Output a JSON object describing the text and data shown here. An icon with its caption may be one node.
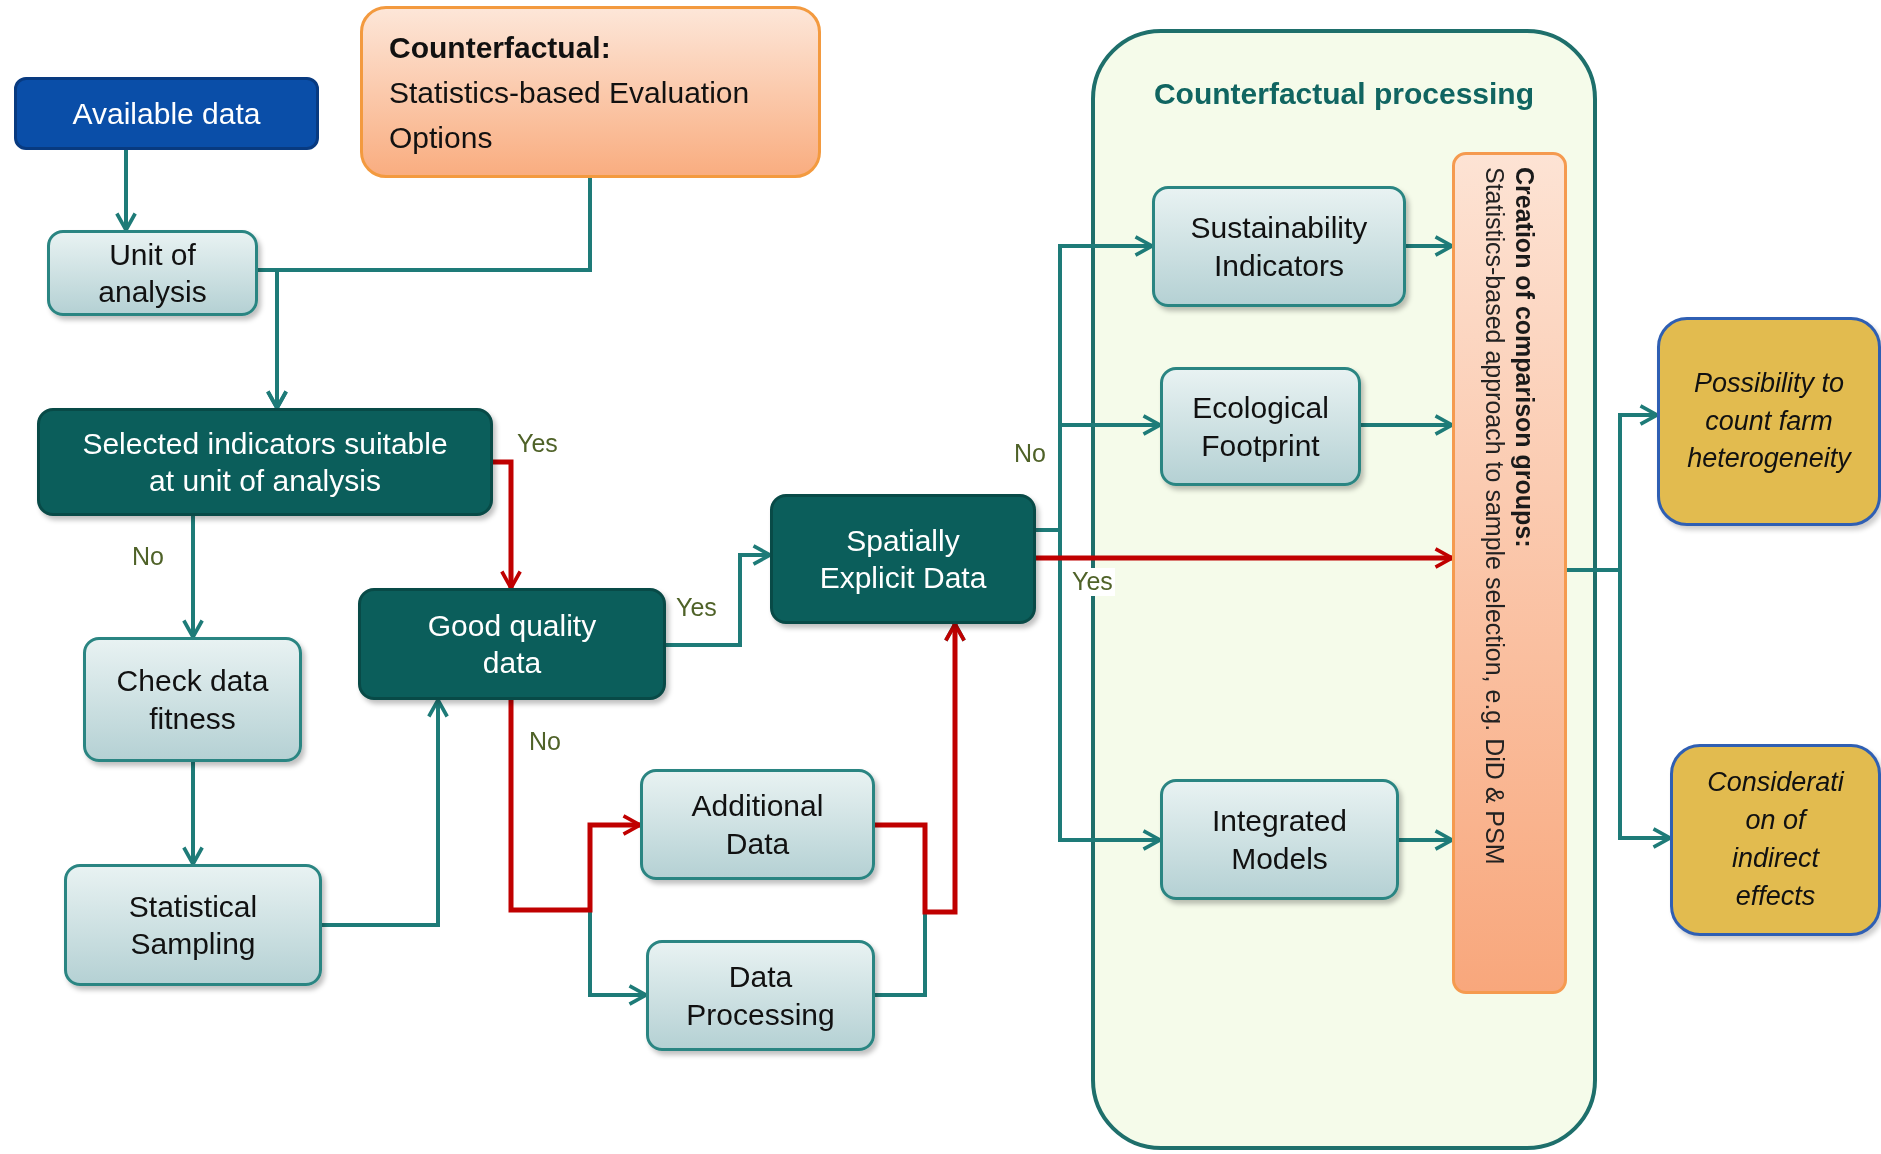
{
  "diagram": {
    "nodes": [
      {
        "text": [
          "Available data"
        ]
      },
      {
        "text": [
          "Counterfactual:",
          "Statistics-based Evaluation Options"
        ]
      },
      {
        "text": [
          "Unit of analysis"
        ]
      },
      {
        "text": [
          "Selected indicators suitable at unit of analysis"
        ]
      },
      {
        "text": [
          "Check data fitness"
        ]
      },
      {
        "text": [
          "Statistical Sampling"
        ]
      },
      {
        "text": [
          "Good quality data"
        ]
      },
      {
        "text": [
          "Spatially Explicit Data"
        ]
      },
      {
        "text": [
          "Additional Data"
        ]
      },
      {
        "text": [
          "Data Processing"
        ]
      },
      {
        "text": [
          "Counterfactual processing"
        ]
      },
      {
        "text": [
          "Sustainability Indicators"
        ],
        "in": 10
      },
      {
        "text": [
          "Ecological Footprint"
        ],
        "in": 10
      },
      {
        "text": [
          "Integrated Models"
        ],
        "in": 10
      },
      {
        "text": [
          "Creation of comparison groups:",
          "Statistics-based approach to sample selection, e.g. DiD & PSM"
        ],
        "in": 10
      },
      {
        "text": [
          "Possibility to count farm heterogeneity"
        ]
      },
      {
        "text": [
          "Considerati on of indirect effects"
        ]
      }
    ],
    "edges": [
      {
        "from": 0,
        "to": 2,
        "arrow": "to"
      },
      {
        "from": 1,
        "to": 3,
        "arrow": "to"
      },
      {
        "from": 2,
        "to": 3,
        "arrow": "to"
      },
      {
        "from": 3,
        "to": 6,
        "arrow": "to",
        "label": "Yes",
        "color": "#c00000"
      },
      {
        "from": 3,
        "to": 4,
        "arrow": "to",
        "label": "No"
      },
      {
        "from": 4,
        "to": 5,
        "arrow": "to"
      },
      {
        "from": 5,
        "to": 6,
        "arrow": "to"
      },
      {
        "from": 6,
        "to": 7,
        "arrow": "to",
        "label": "Yes"
      },
      {
        "from": 6,
        "to": 8,
        "arrow": "to",
        "label": "No",
        "color": "#c00000"
      },
      {
        "from": 6,
        "to": 9,
        "arrow": "to"
      },
      {
        "from": 8,
        "to": 7,
        "arrow": "to",
        "color": "#c00000"
      },
      {
        "from": 9,
        "to": 7,
        "arrow": "to"
      },
      {
        "from": 7,
        "to": 11,
        "arrow": "to",
        "label": "No"
      },
      {
        "from": 7,
        "to": 12,
        "arrow": "to"
      },
      {
        "from": 7,
        "to": 13,
        "arrow": "to"
      },
      {
        "from": 7,
        "to": 14,
        "arrow": "to",
        "label": "Yes",
        "color": "#c00000"
      },
      {
        "from": 11,
        "to": 14,
        "arrow": "to"
      },
      {
        "from": 12,
        "to": 14,
        "arrow": "to"
      },
      {
        "from": 13,
        "to": 14,
        "arrow": "to"
      },
      {
        "from": 14,
        "to": 15,
        "arrow": "to"
      },
      {
        "from": 14,
        "to": 16,
        "arrow": "to"
      }
    ]
  }
}
